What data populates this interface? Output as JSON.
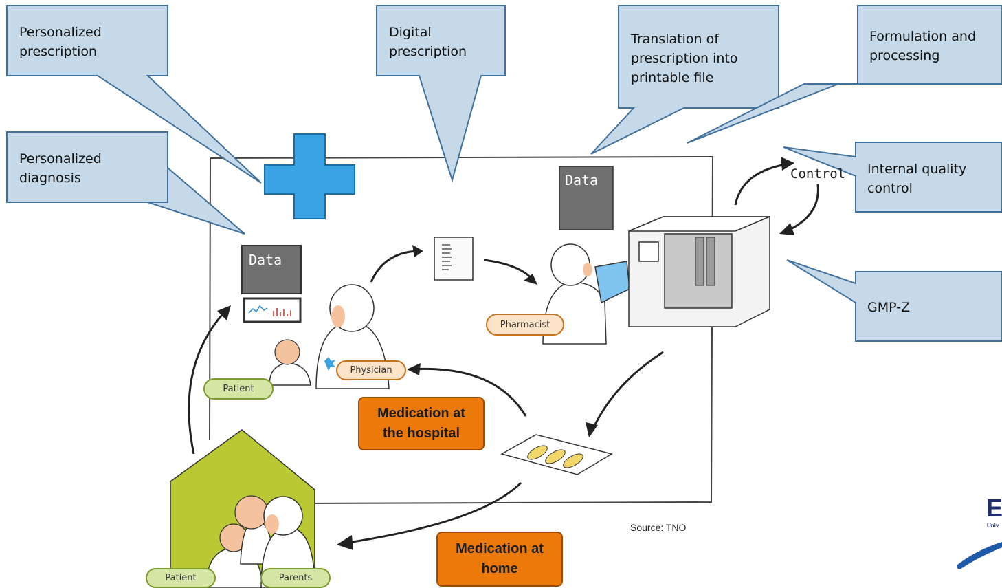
{
  "callouts": {
    "personalized_prescription": "Personalized\nprescription",
    "digital_prescription": "Digital\nprescription",
    "translation": "Translation of\nprescription into\nprintable file",
    "formulation": "Formulation and\nprocessing",
    "personalized_diagnosis": "Personalized\ndiagnosis",
    "internal_quality": "Internal quality\ncontrol",
    "gmp": "GMP-Z"
  },
  "labels": {
    "data_left": "Data",
    "data_right": "Data",
    "control": "Control",
    "pharmacist": "Pharmacist",
    "physician": "Physician",
    "patient_top": "Patient",
    "patient_bottom": "Patient",
    "parents": "Parents"
  },
  "boxes": {
    "medication_hospital": "Medication at\nthe hospital",
    "medication_home": "Medication at\nhome"
  },
  "source": "Source: TNO",
  "logo": {
    "letter": "E",
    "sub": "Univ"
  },
  "colors": {
    "callout_fill": "#c5d9e8",
    "callout_border": "#41719c",
    "cross": "#3aa3e3",
    "orange": "#ec7a0a",
    "house": "#b9c833",
    "data_box": "#6f6f6f"
  }
}
